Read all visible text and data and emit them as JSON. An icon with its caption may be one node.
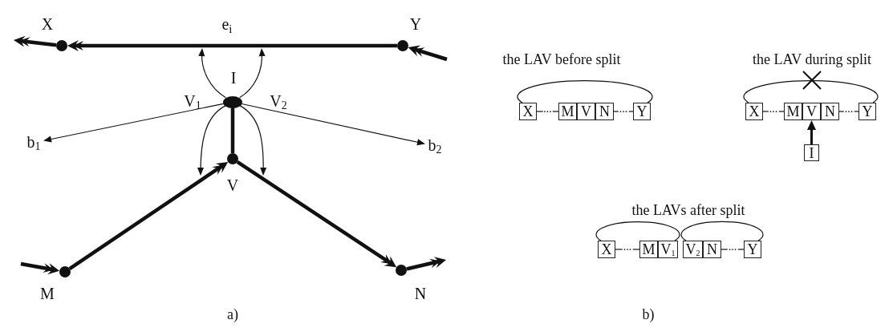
{
  "diagram": {
    "nodes": [
      {
        "text": [],
        "shape": "circle",
        "beside": [
          "X"
        ]
      },
      {
        "text": [],
        "shape": "circle",
        "beside": [
          "Y"
        ]
      },
      {
        "text": [],
        "shape": "circle",
        "beside": [
          "I",
          "V$_{1}$",
          "V$_{2}$"
        ]
      },
      {
        "text": [],
        "shape": "circle",
        "beside": [
          "V"
        ]
      },
      {
        "text": [],
        "shape": "circle",
        "beside": [
          "M"
        ]
      },
      {
        "text": [],
        "shape": "circle",
        "beside": [
          "N"
        ]
      },
      {
        "text": [
          "X"
        ]
      },
      {
        "text": [
          "M"
        ]
      },
      {
        "text": [
          "V"
        ]
      },
      {
        "text": [
          "N"
        ]
      },
      {
        "text": [
          "Y"
        ]
      },
      {
        "text": [
          "X"
        ]
      },
      {
        "text": [
          "M"
        ]
      },
      {
        "text": [
          "V"
        ]
      },
      {
        "text": [
          "N"
        ]
      },
      {
        "text": [
          "Y"
        ]
      },
      {
        "text": [
          "I"
        ]
      },
      {
        "text": [
          "X"
        ]
      },
      {
        "text": [
          "M"
        ]
      },
      {
        "text": [
          "V$_{1}$"
        ]
      },
      {
        "text": [
          "V$_{2}$"
        ]
      },
      {
        "text": [
          "N"
        ]
      },
      {
        "text": [
          "Y"
        ]
      },
      {
        "text": [
          "b$_{1}$"
        ]
      },
      {
        "text": [
          "b$_{2}$"
        ]
      }
    ],
    "edges": [
      {
        "from": 1,
        "to": 0,
        "arrow": "to",
        "style": "thick",
        "label": "e$_{i}$"
      },
      {
        "from": 0,
        "to": null,
        "arrow": "to",
        "style": "thick"
      },
      {
        "from": null,
        "to": 1,
        "arrow": "to",
        "style": "thick"
      },
      {
        "from": null,
        "to": 4,
        "arrow": "to",
        "style": "thick"
      },
      {
        "from": 4,
        "to": 3,
        "arrow": "to",
        "style": "thick"
      },
      {
        "from": 3,
        "to": 5,
        "arrow": "to",
        "style": "thick"
      },
      {
        "from": 5,
        "to": null,
        "arrow": "to",
        "style": "thick"
      },
      {
        "from": 3,
        "to": 2,
        "arrow": "none",
        "style": "thick"
      },
      {
        "from": 2,
        "to": null,
        "arrow": "to"
      },
      {
        "from": 2,
        "to": null,
        "arrow": "to"
      },
      {
        "from": 2,
        "to": null,
        "arrow": "to"
      },
      {
        "from": 2,
        "to": null,
        "arrow": "to"
      },
      {
        "from": 2,
        "to": 23,
        "arrow": "to"
      },
      {
        "from": 2,
        "to": 24,
        "arrow": "to"
      },
      {
        "from": 6,
        "to": 7,
        "arrow": "none",
        "label": "..."
      },
      {
        "from": 9,
        "to": 10,
        "arrow": "none",
        "label": "..."
      },
      {
        "from": 6,
        "to": 10,
        "arrow": "none"
      },
      {
        "from": 11,
        "to": 12,
        "arrow": "none",
        "label": "..."
      },
      {
        "from": 14,
        "to": 15,
        "arrow": "none",
        "label": "..."
      },
      {
        "from": 11,
        "to": 15,
        "arrow": "none"
      },
      {
        "from": 16,
        "to": 13,
        "arrow": "to",
        "style": "thick"
      },
      {
        "from": 17,
        "to": 18,
        "arrow": "none",
        "label": "..."
      },
      {
        "from": 21,
        "to": 22,
        "arrow": "none",
        "label": "..."
      },
      {
        "from": 17,
        "to": 19,
        "arrow": "none"
      },
      {
        "from": 20,
        "to": 22,
        "arrow": "none"
      }
    ],
    "labels": [
      "a)",
      "the LAV before split",
      "the LAV during split",
      "the LAVs after split",
      "b)"
    ]
  }
}
